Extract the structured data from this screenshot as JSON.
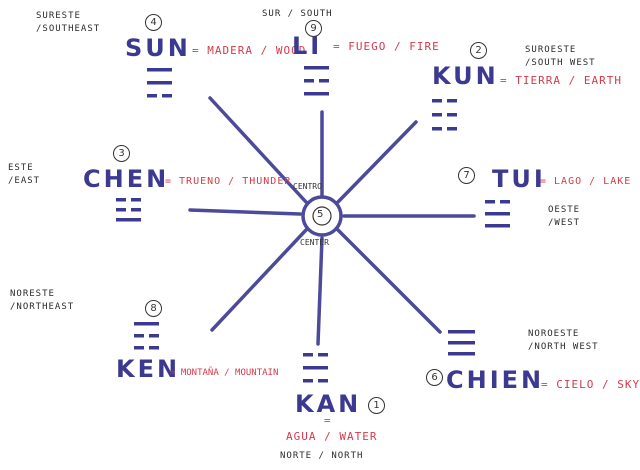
{
  "directions": {
    "south": "SUR / SOUTH",
    "north": "NORTE / NORTH",
    "southeast": [
      "SURESTE",
      "/SOUTHEAST"
    ],
    "southwest": [
      "SUROESTE",
      "/SOUTH WEST"
    ],
    "east": [
      "ESTE",
      "/EAST"
    ],
    "west": [
      "OESTE",
      "/WEST"
    ],
    "northeast": [
      "NORESTE",
      "/NORTHEAST"
    ],
    "northwest": [
      "NOROESTE",
      "/NORTH WEST"
    ]
  },
  "trigrams": {
    "sun": {
      "number": "4",
      "name": "SUN",
      "element": "= MADERA / WOOD"
    },
    "li": {
      "number": "9",
      "name": "LI",
      "element": "= FUEGO / FIRE"
    },
    "kun": {
      "number": "2",
      "name": "KUN",
      "element": "= TIERRA / EARTH"
    },
    "chen": {
      "number": "3",
      "name": "CHEN",
      "element": "= TRUENO / THUNDER"
    },
    "tui": {
      "number": "7",
      "name": "TUI",
      "element": "= LAGO / LAKE"
    },
    "ken": {
      "number": "8",
      "name": "KEN",
      "element": "= MONTAÑA / MOUNTAIN"
    },
    "kan": {
      "number": "1",
      "name": "KAN",
      "element_eq": "=",
      "element": "AGUA / WATER"
    },
    "chien": {
      "number": "6",
      "name": "CHIEN",
      "element": "= CIELO / SKY"
    }
  },
  "center": {
    "number": "5",
    "label": "CENTRO",
    "label_en": "CENTER"
  },
  "colors": {
    "spokes": "#4d4a9a",
    "names": "#3c3990",
    "elements": "#d63a4a",
    "trigram_bars": "#3c3990"
  }
}
